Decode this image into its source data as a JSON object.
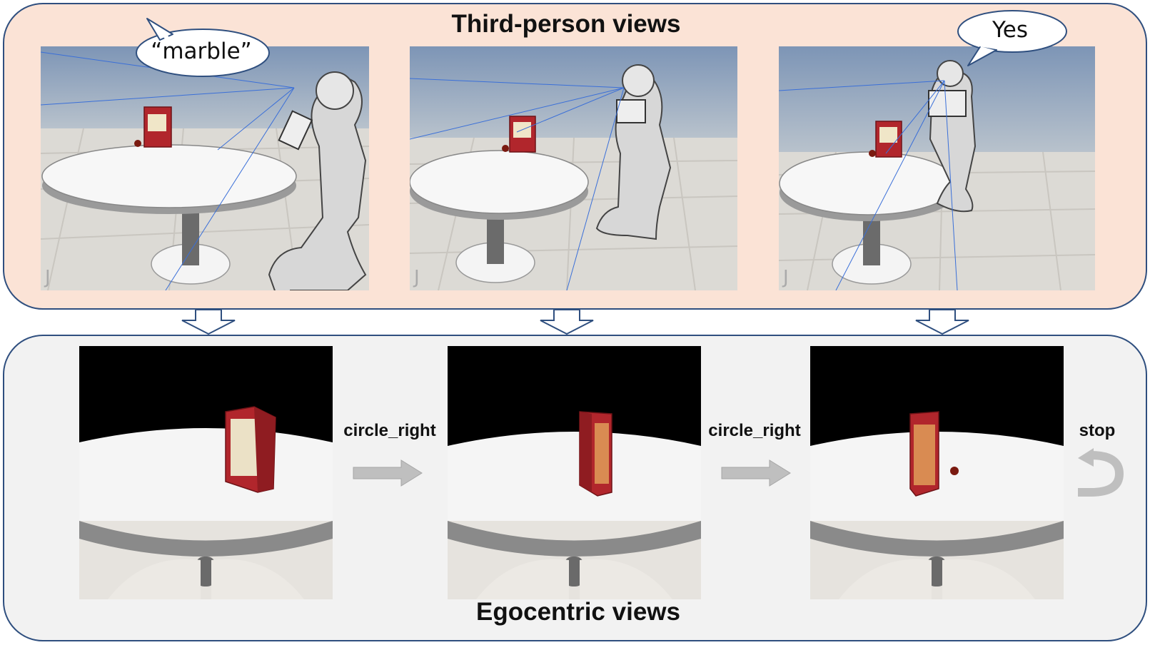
{
  "third_person": {
    "heading": "Third-person views",
    "bubbles": {
      "first": "“marble”",
      "third": "Yes"
    }
  },
  "egocentric": {
    "heading": "Egocentric views",
    "actions": [
      "circle_right",
      "circle_right",
      "stop"
    ]
  },
  "colors": {
    "top_panel_fill": "#fbe3d6",
    "bottom_panel_fill": "#f2f2f2",
    "panel_border": "#2f4f7f",
    "arrow_gray": "#bfbfbf"
  },
  "icons": [
    "down-arrow-icon",
    "right-arrow-icon",
    "u-turn-icon",
    "speech-bubble-icon"
  ]
}
